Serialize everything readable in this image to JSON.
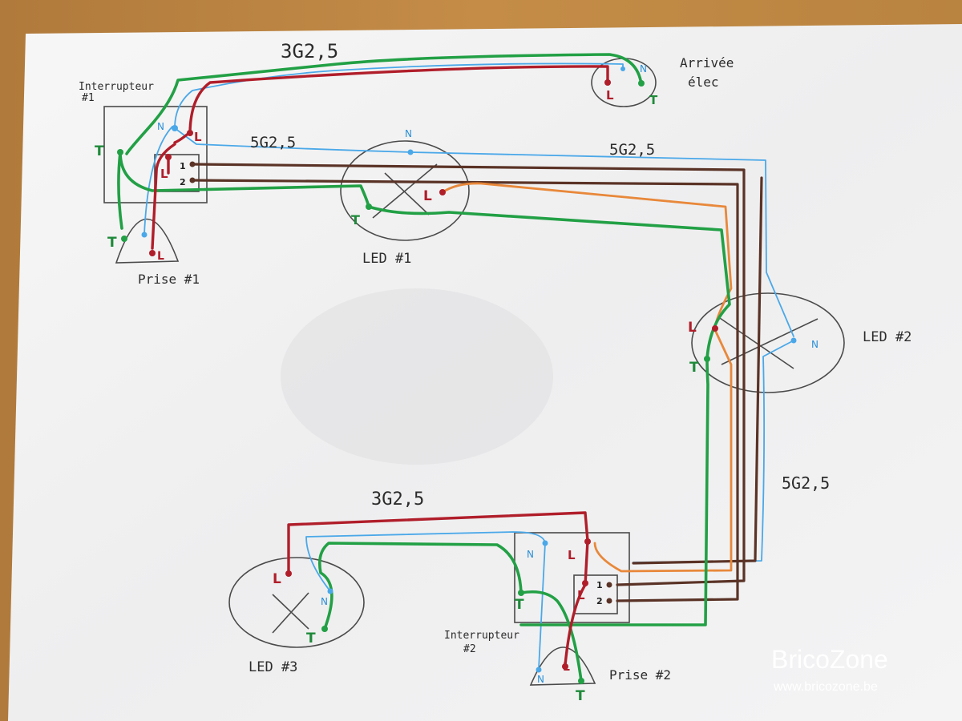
{
  "cables": {
    "top": "3G2,5",
    "upper_mid": "5G2,5",
    "upper_right": "5G2,5",
    "right": "5G2,5",
    "bottom": "3G2,5"
  },
  "components": {
    "arrivee_line1": "Arrivée",
    "arrivee_line2": "élec",
    "interrupteur1_line1": "Interrupteur",
    "interrupteur1_line2": "#1",
    "interrupteur2_line1": "Interrupteur",
    "interrupteur2_line2": "#2",
    "prise1": "Prise #1",
    "prise2": "Prise #2",
    "led1": "LED #1",
    "led2": "LED #2",
    "led3": "LED #3"
  },
  "terminals": {
    "L": "L",
    "N": "N",
    "T": "T",
    "one": "1",
    "two": "2"
  },
  "watermark": {
    "name": "BricoZone",
    "url": "www.bricozone.be"
  },
  "colors": {
    "phase": "#b01e2a",
    "neutral": "#4aa8e8",
    "earth": "#22a045",
    "return": "#e8883a",
    "traveller": "#5a3326",
    "pencil": "#4a4a4a"
  }
}
